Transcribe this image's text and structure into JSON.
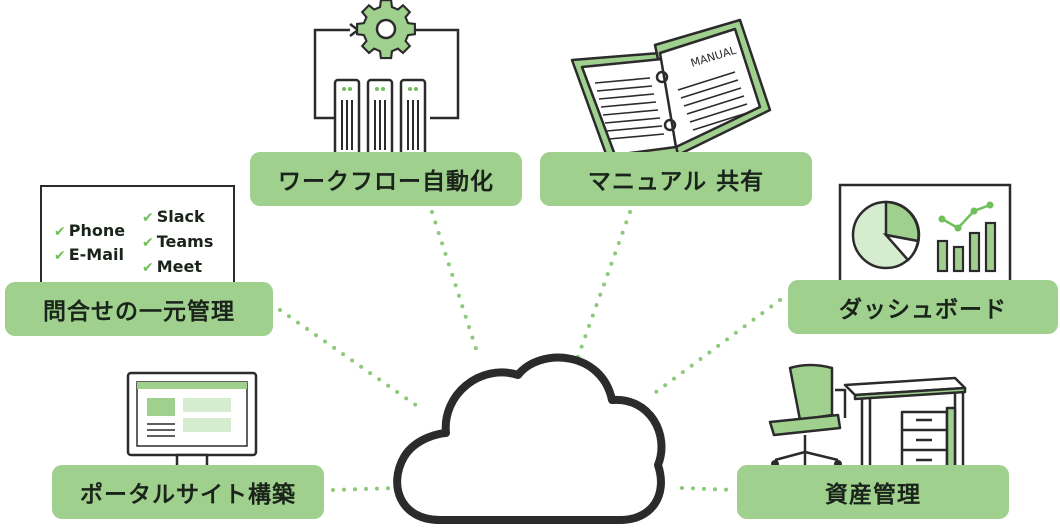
{
  "center": {
    "icon": "cloud-icon"
  },
  "nodes": [
    {
      "id": "workflow",
      "label": "ワークフロー自動化",
      "icon": "gear-server-icon"
    },
    {
      "id": "manual",
      "label": "マニュアル 共有",
      "icon": "manual-book-icon",
      "book_title": "MANUAL"
    },
    {
      "id": "inquiry",
      "label": "問合せの一元管理",
      "icon": "channels-card-icon",
      "channels_left": [
        "Phone",
        "E-Mail"
      ],
      "channels_right": [
        "Slack",
        "Teams",
        "Meet"
      ]
    },
    {
      "id": "dashboard",
      "label": "ダッシュボード",
      "icon": "chart-board-icon"
    },
    {
      "id": "portal",
      "label": "ポータルサイト構築",
      "icon": "monitor-icon"
    },
    {
      "id": "asset",
      "label": "資産管理",
      "icon": "office-desk-icon"
    }
  ],
  "colors": {
    "accent": "#9fd08e",
    "accent_dark": "#6fbf5a",
    "line": "#2b2b2b",
    "dots": "#8cc97a"
  }
}
